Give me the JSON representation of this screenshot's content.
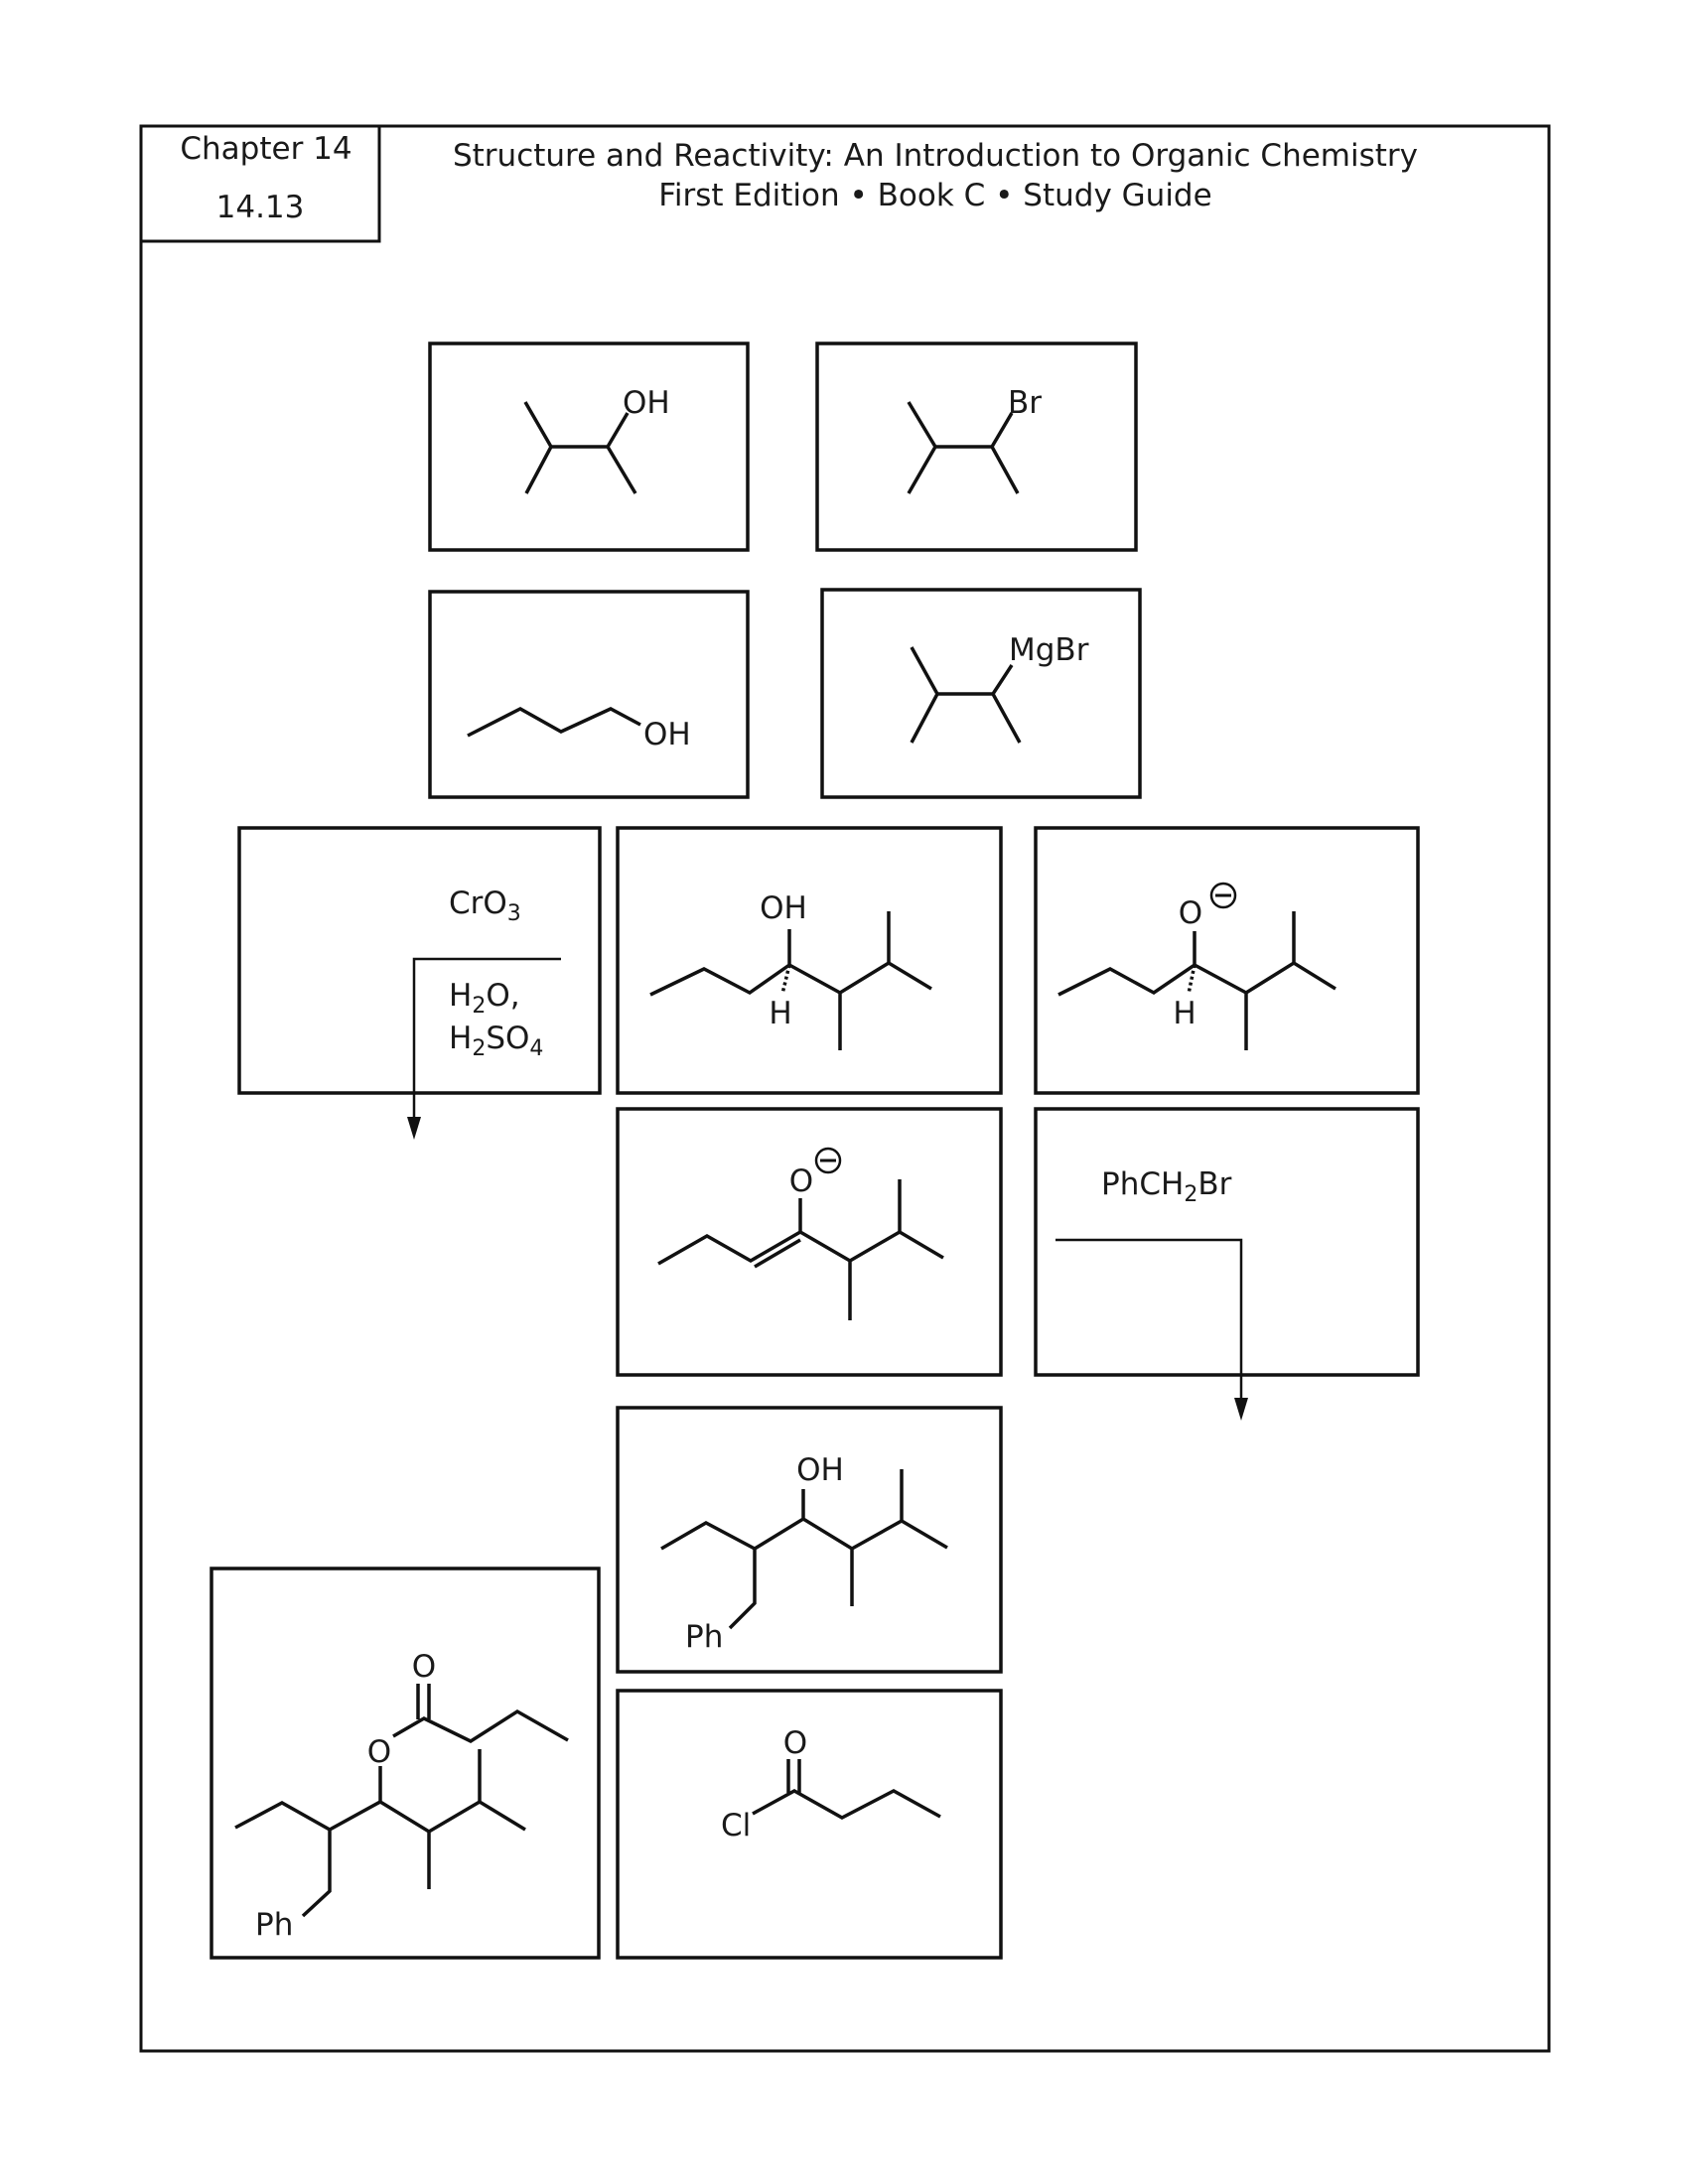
{
  "header": {
    "chapter": "Chapter 14",
    "section": "14.13",
    "title_line1": "Structure and Reactivity: An Introduction to Organic Chemistry",
    "title_line2": "First Edition • Book C • Study Guide"
  },
  "molecules": {
    "alcohol_branched": {
      "oh": "OH"
    },
    "bromide": {
      "br": "Br"
    },
    "butanol": {
      "oh": "OH"
    },
    "grignard": {
      "mgbr": "MgBr"
    },
    "reagent_oxidation": {
      "line1": "CrO",
      "line1_sub": "3",
      "line2_a": "H",
      "line2_sub": "2",
      "line2_b": "O,",
      "line3_a": "H",
      "line3_sub1": "2",
      "line3_b": "SO",
      "line3_sub2": "4"
    },
    "heptanol": {
      "oh": "OH",
      "h": "H"
    },
    "alkoxide": {
      "o": "O",
      "h": "H"
    },
    "enolate": {
      "o": "O"
    },
    "reagent_alkylation": {
      "text_a": "PhCH",
      "text_sub": "2",
      "text_b": "Br"
    },
    "benzyl_alcohol": {
      "oh": "OH",
      "ph": "Ph"
    },
    "ester": {
      "o_carbonyl": "O",
      "o_ester": "O",
      "ph": "Ph"
    },
    "acid_chloride": {
      "o": "O",
      "cl": "Cl"
    }
  }
}
